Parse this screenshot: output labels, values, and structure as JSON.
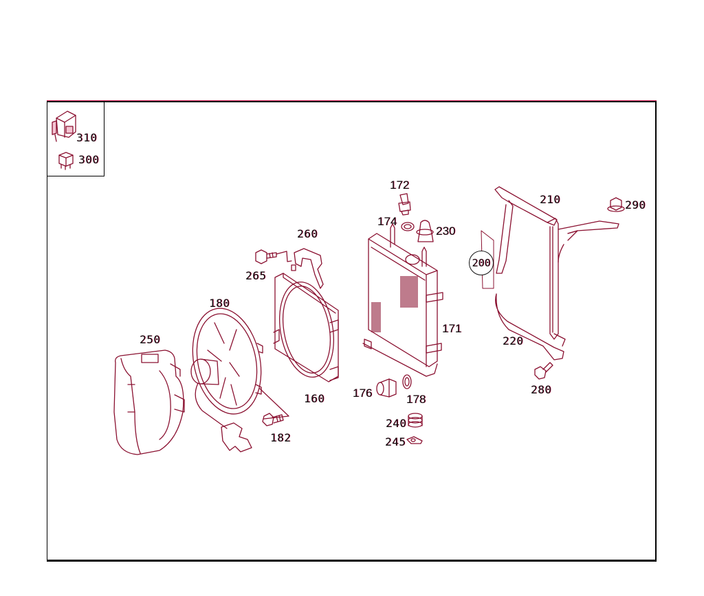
{
  "diagram": {
    "type": "exploded parts diagram",
    "subject": "radiator / cooling fan assembly",
    "line_color": "#8a1030",
    "accent_color": "#e0245e",
    "inset": {
      "parts": [
        {
          "id": "310",
          "label": "310",
          "name": "relay-module"
        },
        {
          "id": "300",
          "label": "300",
          "name": "relay"
        }
      ]
    },
    "callouts": [
      {
        "id": "172",
        "label": "172",
        "name": "temperature-switch"
      },
      {
        "id": "174",
        "label": "174",
        "name": "seal-ring"
      },
      {
        "id": "230",
        "label": "230",
        "name": "rubber-cap"
      },
      {
        "id": "210",
        "label": "210",
        "name": "upper-bracket"
      },
      {
        "id": "290",
        "label": "290",
        "name": "hex-nut"
      },
      {
        "id": "200",
        "label": "200",
        "name": "radiator-frame-assembly"
      },
      {
        "id": "260",
        "label": "260",
        "name": "shroud-bracket"
      },
      {
        "id": "265",
        "label": "265",
        "name": "bolt"
      },
      {
        "id": "180",
        "label": "180",
        "name": "electric-fan"
      },
      {
        "id": "250",
        "label": "250",
        "name": "fan-housing"
      },
      {
        "id": "160",
        "label": "160",
        "name": "fan-shroud"
      },
      {
        "id": "171",
        "label": "171",
        "name": "radiator"
      },
      {
        "id": "220",
        "label": "220",
        "name": "lower-bracket"
      },
      {
        "id": "280",
        "label": "280",
        "name": "bolt"
      },
      {
        "id": "176",
        "label": "176",
        "name": "drain-plug"
      },
      {
        "id": "178",
        "label": "178",
        "name": "seal-ring"
      },
      {
        "id": "240",
        "label": "240",
        "name": "rubber-mount"
      },
      {
        "id": "245",
        "label": "245",
        "name": "clip"
      },
      {
        "id": "182",
        "label": "182",
        "name": "bolt"
      }
    ]
  }
}
